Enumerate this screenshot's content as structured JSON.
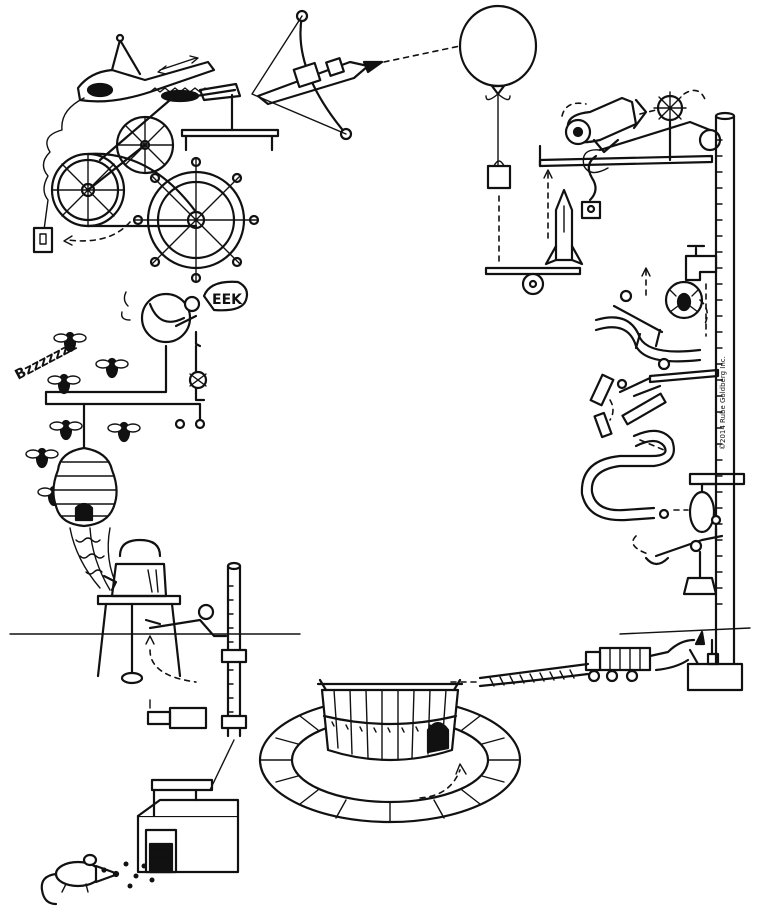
{
  "illustration": {
    "sounds": {
      "bee_buzz": "Bzzzzzzz",
      "mouse_squeak": "EEK"
    },
    "signature": "©2014 Rube Goldberg Inc."
  }
}
